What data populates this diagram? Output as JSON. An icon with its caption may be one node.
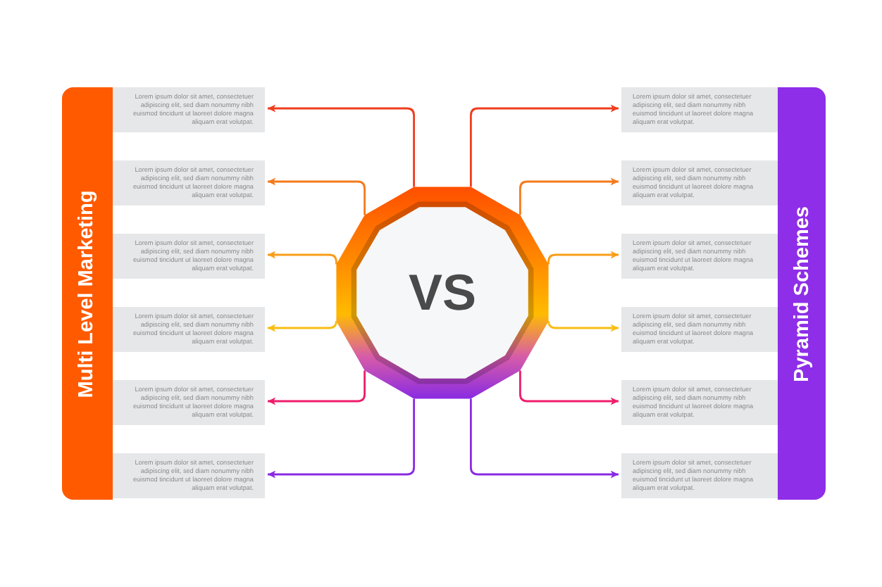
{
  "diagram": {
    "nodes": [
      {
        "text": [
          "Multi Level Marketing"
        ]
      },
      {
        "text": [
          "Pyramid Schemes"
        ]
      },
      {
        "text": [
          "VS"
        ]
      },
      {
        "text": [
          "Lorem ipsum dolor sit amet, consectetuer adipiscing elit, sed diam nonummy nibh euismod tincidunt ut laoreet dolore magna aliquam erat volutpat."
        ]
      },
      {
        "text": [
          "Lorem ipsum dolor sit amet, consectetuer adipiscing elit, sed diam nonummy nibh euismod tincidunt ut laoreet dolore magna aliquam erat volutpat."
        ]
      },
      {
        "text": [
          "Lorem ipsum dolor sit amet, consectetuer adipiscing elit, sed diam nonummy nibh euismod tincidunt ut laoreet dolore magna aliquam erat volutpat."
        ]
      },
      {
        "text": [
          "Lorem ipsum dolor sit amet, consectetuer adipiscing elit, sed diam nonummy nibh euismod tincidunt ut laoreet dolore magna aliquam erat volutpat."
        ]
      },
      {
        "text": [
          "Lorem ipsum dolor sit amet, consectetuer adipiscing elit, sed diam nonummy nibh euismod tincidunt ut laoreet dolore magna aliquam erat volutpat."
        ]
      },
      {
        "text": [
          "Lorem ipsum dolor sit amet, consectetuer adipiscing elit, sed diam nonummy nibh euismod tincidunt ut laoreet dolore magna aliquam erat volutpat."
        ]
      },
      {
        "text": [
          "Lorem ipsum dolor sit amet, consectetuer adipiscing elit, sed diam nonummy nibh euismod tincidunt ut laoreet dolore magna aliquam erat volutpat."
        ]
      },
      {
        "text": [
          "Lorem ipsum dolor sit amet, consectetuer adipiscing elit, sed diam nonummy nibh euismod tincidunt ut laoreet dolore magna aliquam erat volutpat."
        ]
      },
      {
        "text": [
          "Lorem ipsum dolor sit amet, consectetuer adipiscing elit, sed diam nonummy nibh euismod tincidunt ut laoreet dolore magna aliquam erat volutpat."
        ]
      },
      {
        "text": [
          "Lorem ipsum dolor sit amet, consectetuer adipiscing elit, sed diam nonummy nibh euismod tincidunt ut laoreet dolore magna aliquam erat volutpat."
        ]
      },
      {
        "text": [
          "Lorem ipsum dolor sit amet, consectetuer adipiscing elit, sed diam nonummy nibh euismod tincidunt ut laoreet dolore magna aliquam erat volutpat."
        ]
      },
      {
        "text": [
          "Lorem ipsum dolor sit amet, consectetuer adipiscing elit, sed diam nonummy nibh euismod tincidunt ut laoreet dolore magna aliquam erat volutpat."
        ]
      }
    ],
    "edges": [
      {
        "from": 2,
        "to": 3,
        "arrow": "to",
        "color": "#ef3d1e"
      },
      {
        "from": 2,
        "to": 4,
        "arrow": "to",
        "color": "#f57a1c"
      },
      {
        "from": 2,
        "to": 5,
        "arrow": "to",
        "color": "#fa9d18"
      },
      {
        "from": 2,
        "to": 6,
        "arrow": "to",
        "color": "#f8bd12"
      },
      {
        "from": 2,
        "to": 7,
        "arrow": "to",
        "color": "#ee1d6b"
      },
      {
        "from": 2,
        "to": 8,
        "arrow": "to",
        "color": "#8a2be2"
      },
      {
        "from": 2,
        "to": 9,
        "arrow": "to",
        "color": "#ef3d1e"
      },
      {
        "from": 2,
        "to": 10,
        "arrow": "to",
        "color": "#f57a1c"
      },
      {
        "from": 2,
        "to": 11,
        "arrow": "to",
        "color": "#fa9d18"
      },
      {
        "from": 2,
        "to": 12,
        "arrow": "to",
        "color": "#f8bd12"
      },
      {
        "from": 2,
        "to": 13,
        "arrow": "to",
        "color": "#ee1d6b"
      },
      {
        "from": 2,
        "to": 14,
        "arrow": "to",
        "color": "#8a2be2"
      }
    ]
  }
}
